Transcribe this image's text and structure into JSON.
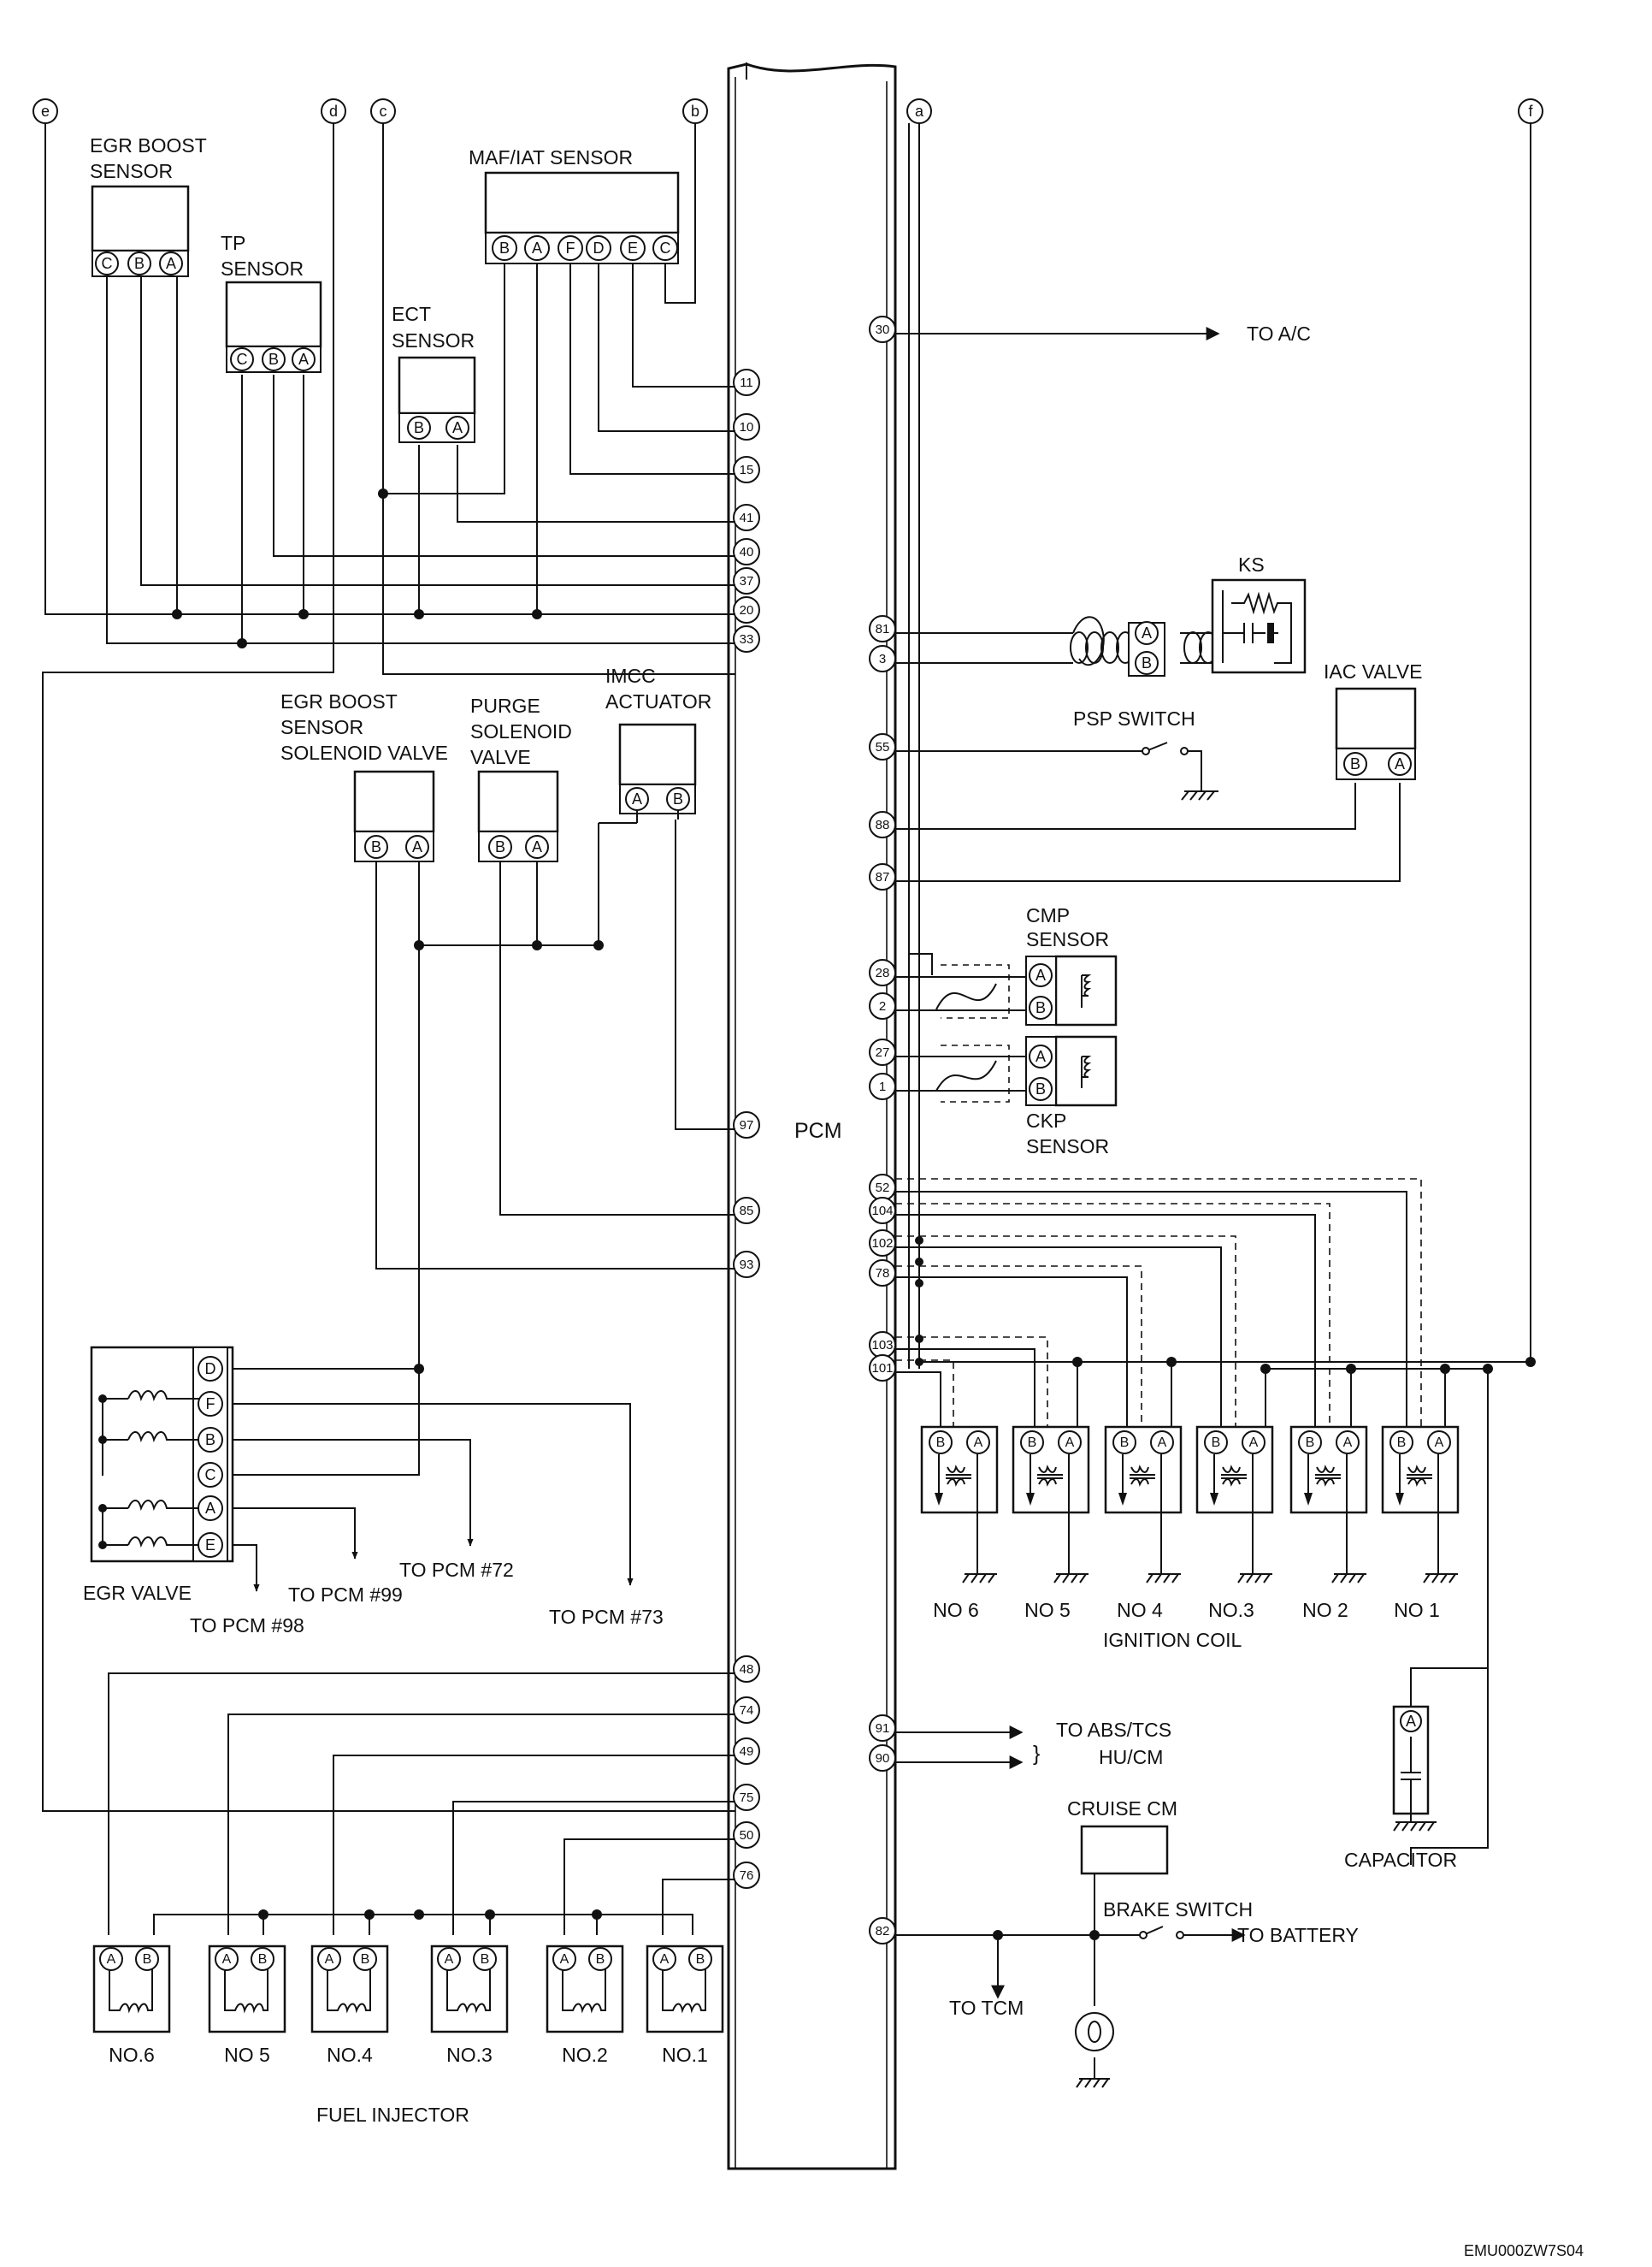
{
  "diagram": {
    "pcm_label": "PCM",
    "figure_code": "EMU000ZW7S04",
    "circle_labels": [
      "e",
      "d",
      "c",
      "b",
      "a",
      "f"
    ],
    "pcm_left_pins": [
      "11",
      "10",
      "15",
      "41",
      "40",
      "37",
      "20",
      "33",
      "97",
      "85",
      "93",
      "48",
      "74",
      "49",
      "75",
      "50",
      "76"
    ],
    "pcm_right_pins": [
      "30",
      "81",
      "3",
      "55",
      "88",
      "87",
      "28",
      "2",
      "27",
      "1",
      "52",
      "104",
      "102",
      "78",
      "103",
      "101",
      "91",
      "90",
      "82"
    ],
    "components": {
      "egr_boost_sensor": {
        "label1": "EGR BOOST",
        "label2": "SENSOR",
        "pins": [
          "C",
          "B",
          "A"
        ]
      },
      "tp_sensor": {
        "label1": "TP",
        "label2": "SENSOR",
        "pins": [
          "C",
          "B",
          "A"
        ]
      },
      "ect_sensor": {
        "label1": "ECT",
        "label2": "SENSOR",
        "pins": [
          "B",
          "A"
        ]
      },
      "maf_iat_sensor": {
        "label": "MAF/IAT SENSOR",
        "pins": [
          "B",
          "A",
          "F",
          "D",
          "E",
          "C"
        ]
      },
      "egr_boost_solenoid": {
        "label1": "EGR BOOST",
        "label2": "SENSOR",
        "label3": "SOLENOID VALVE",
        "pins": [
          "B",
          "A"
        ]
      },
      "purge_solenoid": {
        "label1": "PURGE",
        "label2": "SOLENOID",
        "label3": "VALVE",
        "pins": [
          "B",
          "A"
        ]
      },
      "imcc_actuator": {
        "label1": "IMCC",
        "label2": "ACTUATOR",
        "pins": [
          "A",
          "B"
        ]
      },
      "egr_valve": {
        "label": "EGR VALVE",
        "pins": [
          "D",
          "F",
          "B",
          "C",
          "A",
          "E"
        ],
        "to_98": "TO PCM #98",
        "to_99": "TO PCM #99",
        "to_72": "TO PCM #72",
        "to_73": "TO PCM #73"
      },
      "ks": {
        "label": "KS",
        "pins": [
          "A",
          "B"
        ]
      },
      "psp_switch": {
        "label": "PSP SWITCH"
      },
      "iac_valve": {
        "label": "IAC VALVE",
        "pins": [
          "B",
          "A"
        ]
      },
      "cmp_sensor": {
        "label1": "CMP",
        "label2": "SENSOR",
        "pins": [
          "A",
          "B"
        ]
      },
      "ckp_sensor": {
        "label1": "CKP",
        "label2": "SENSOR",
        "pins": [
          "A",
          "B"
        ]
      },
      "ignition_coil": {
        "label": "IGNITION COIL",
        "units": [
          "NO 6",
          "NO 5",
          "NO 4",
          "NO.3",
          "NO 2",
          "NO 1"
        ],
        "pins": [
          "B",
          "A"
        ]
      },
      "fuel_injector": {
        "label": "FUEL INJECTOR",
        "units": [
          "NO.6",
          "NO 5",
          "NO.4",
          "NO.3",
          "NO.2",
          "NO.1"
        ],
        "pins": [
          "A",
          "B"
        ]
      },
      "capacitor": {
        "label": "CAPACITOR",
        "pin": "A"
      },
      "cruise_cm": {
        "label": "CRUISE CM"
      },
      "brake_switch": {
        "label": "BRAKE SWITCH"
      }
    },
    "destinations": {
      "to_ac": "TO A/C",
      "to_abs_1": "TO ABS/TCS",
      "to_abs_2": "HU/CM",
      "to_battery": "TO BATTERY",
      "to_tcm": "TO TCM"
    }
  }
}
